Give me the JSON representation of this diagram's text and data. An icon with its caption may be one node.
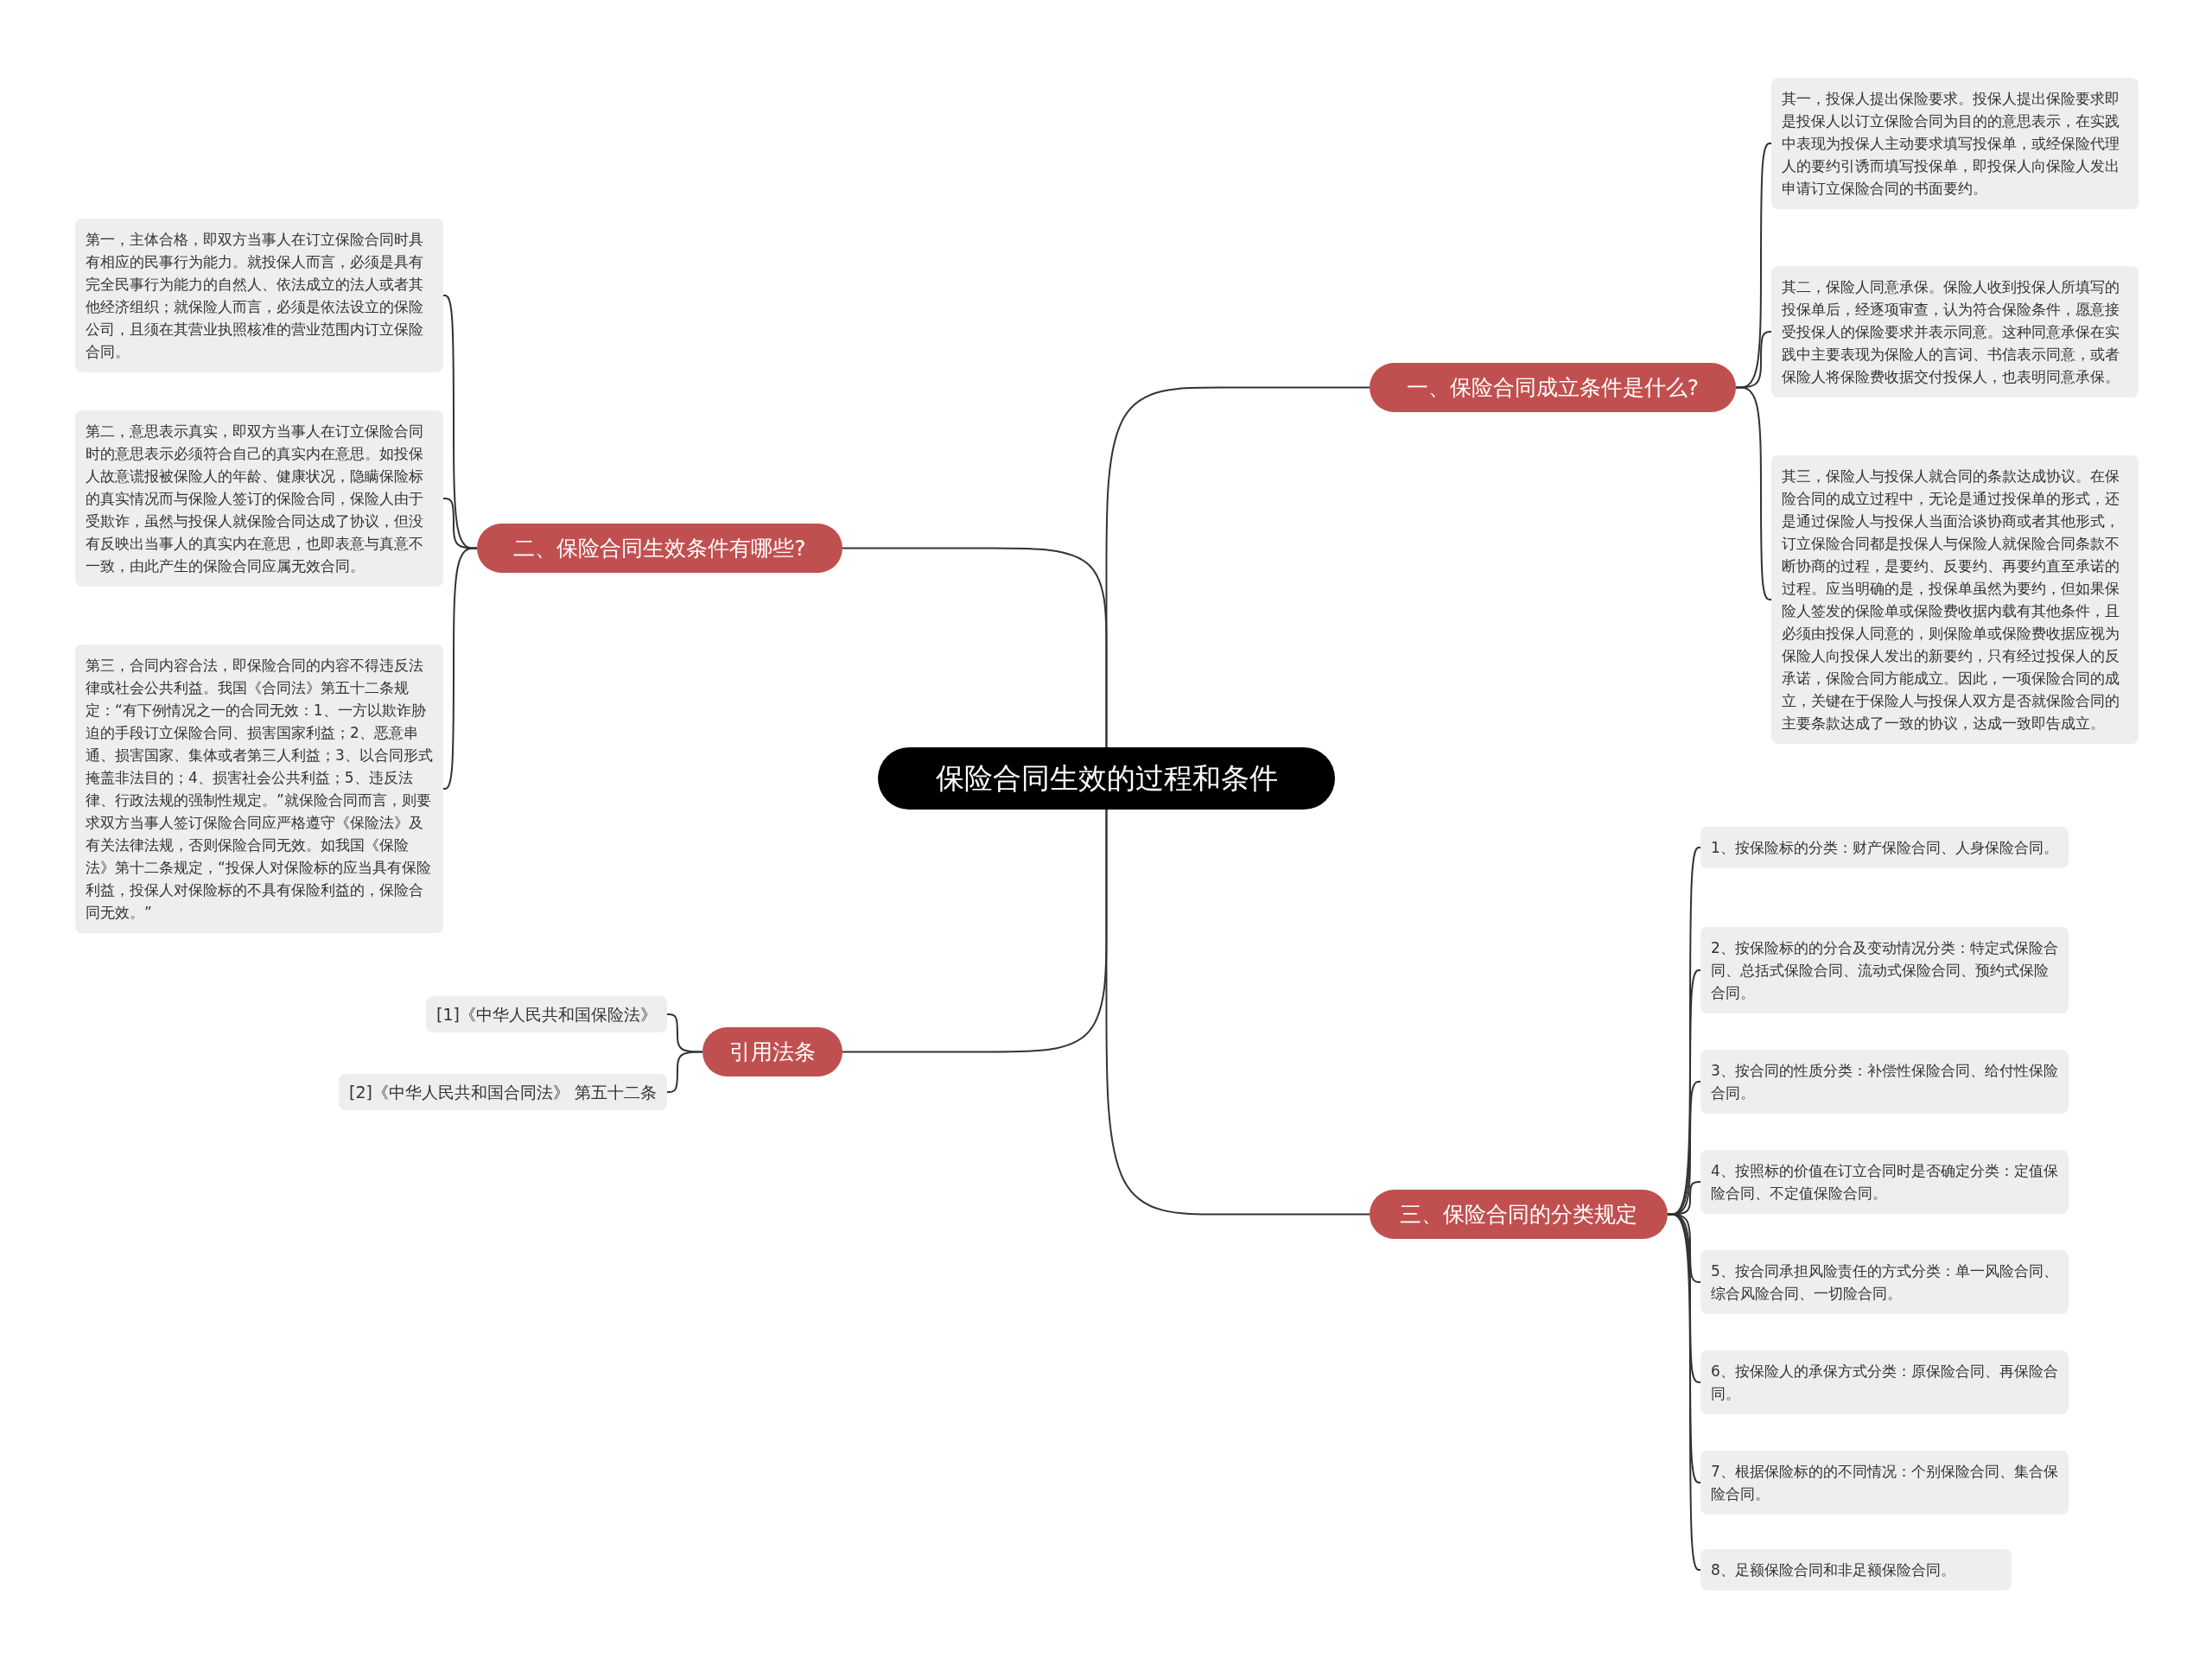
{
  "diagram": {
    "nodes": [
      {
        "text": [
          "保险合同生效的过程和条件"
        ]
      },
      {
        "text": [
          "一、保险合同成立条件是什么?"
        ]
      },
      {
        "text": [
          "其一，投保人提出保险要求。投保人提出保险要求即是投保人以订立保险合同为目的的意思表示，在实践中表现为投保人主动要求填写投保单，或经保险代理人的要约引诱而填写投保单，即投保人向保险人发出申请订立保险合同的书面要约。"
        ]
      },
      {
        "text": [
          "其二，保险人同意承保。保险人收到投保人所填写的投保单后，经逐项审查，认为符合保险条件，愿意接受投保人的保险要求并表示同意。这种同意承保在实践中主要表现为保险人的言词、书信表示同意，或者保险人将保险费收据交付投保人，也表明同意承保。"
        ]
      },
      {
        "text": [
          "其三，保险人与投保人就合同的条款达成协议。在保险合同的成立过程中，无论是通过投保单的形式，还是通过保险人与投保人当面洽谈协商或者其他形式，订立保险合同都是投保人与保险人就保险合同条款不断协商的过程，是要约、反要约、再要约直至承诺的过程。应当明确的是，投保单虽然为要约，但如果保险人签发的保险单或保险费收据内载有其他条件，且必须由投保人同意的，则保险单或保险费收据应视为保险人向投保人发出的新要约，只有经过投保人的反承诺，保险合同方能成立。因此，一项保险合同的成立，关键在于保险人与投保人双方是否就保险合同的主要条款达成了一致的协议，达成一致即告成立。"
        ]
      },
      {
        "text": [
          "二、保险合同生效条件有哪些?"
        ]
      },
      {
        "text": [
          "第一，主体合格，即双方当事人在订立保险合同时具有相应的民事行为能力。就投保人而言，必须是具有完全民事行为能力的自然人、依法成立的法人或者其他经济组织；就保险人而言，必须是依法设立的保险公司，且须在其营业执照核准的营业范围内订立保险合同。"
        ]
      },
      {
        "text": [
          "第二，意思表示真实，即双方当事人在订立保险合同时的意思表示必须符合自己的真实内在意思。如投保人故意谎报被保险人的年龄、健康状况，隐瞒保险标的真实情况而与保险人签订的保险合同，保险人由于受欺诈，虽然与投保人就保险合同达成了协议，但没有反映出当事人的真实内在意思，也即表意与真意不一致，由此产生的保险合同应属无效合同。"
        ]
      },
      {
        "text": [
          "第三，合同内容合法，即保险合同的内容不得违反法律或社会公共利益。我国《合同法》第五十二条规定：“有下例情况之一的合同无效：1、一方以欺诈胁迫的手段订立保险合同、损害国家利益；2、恶意串通、损害国家、集体或者第三人利益；3、以合同形式掩盖非法目的；4、损害社会公共利益；5、违反法律、行政法规的强制性规定。”就保险合同而言，则要求双方当事人签订保险合同应严格遵守《保险法》及有关法律法规，否则保险合同无效。如我国《保险法》第十二条规定，“投保人对保险标的应当具有保险利益，投保人对保险标的不具有保险利益的，保险合同无效。”"
        ]
      },
      {
        "text": [
          "引用法条"
        ]
      },
      {
        "text": [
          "[1]《中华人民共和国保险法》"
        ]
      },
      {
        "text": [
          "[2]《中华人民共和国合同法》 第五十二条"
        ]
      },
      {
        "text": [
          "三、保险合同的分类规定"
        ]
      },
      {
        "text": [
          "1、按保险标的分类：财产保险合同、人身保险合同。"
        ]
      },
      {
        "text": [
          "2、按保险标的的分合及变动情况分类：特定式保险合同、总括式保险合同、流动式保险合同、预约式保险合同。"
        ]
      },
      {
        "text": [
          "3、按合同的性质分类：补偿性保险合同、给付性保险合同。"
        ]
      },
      {
        "text": [
          "4、按照标的价值在订立合同时是否确定分类：定值保险合同、不定值保险合同。"
        ]
      },
      {
        "text": [
          "5、按合同承担风险责任的方式分类：单一风险合同、综合风险合同、一切险合同。"
        ]
      },
      {
        "text": [
          "6、按保险人的承保方式分类：原保险合同、再保险合同。"
        ]
      },
      {
        "text": [
          "7、根据保险标的的不同情况：个别保险合同、集合保险合同。"
        ]
      },
      {
        "text": [
          "8、足额保险合同和非足额保险合同。"
        ]
      }
    ],
    "edges": [
      {
        "from": 0,
        "to": 1,
        "arrow": "none"
      },
      {
        "from": 1,
        "to": 2,
        "arrow": "none"
      },
      {
        "from": 1,
        "to": 3,
        "arrow": "none"
      },
      {
        "from": 1,
        "to": 4,
        "arrow": "none"
      },
      {
        "from": 0,
        "to": 5,
        "arrow": "none"
      },
      {
        "from": 5,
        "to": 6,
        "arrow": "none"
      },
      {
        "from": 5,
        "to": 7,
        "arrow": "none"
      },
      {
        "from": 5,
        "to": 8,
        "arrow": "none"
      },
      {
        "from": 0,
        "to": 9,
        "arrow": "none"
      },
      {
        "from": 9,
        "to": 10,
        "arrow": "none"
      },
      {
        "from": 9,
        "to": 11,
        "arrow": "none"
      },
      {
        "from": 0,
        "to": 12,
        "arrow": "none"
      },
      {
        "from": 12,
        "to": 13,
        "arrow": "none"
      },
      {
        "from": 12,
        "to": 14,
        "arrow": "none"
      },
      {
        "from": 12,
        "to": 15,
        "arrow": "none"
      },
      {
        "from": 12,
        "to": 16,
        "arrow": "none"
      },
      {
        "from": 12,
        "to": 17,
        "arrow": "none"
      },
      {
        "from": 12,
        "to": 18,
        "arrow": "none"
      },
      {
        "from": 12,
        "to": 19,
        "arrow": "none"
      },
      {
        "from": 12,
        "to": 20,
        "arrow": "none"
      }
    ]
  }
}
